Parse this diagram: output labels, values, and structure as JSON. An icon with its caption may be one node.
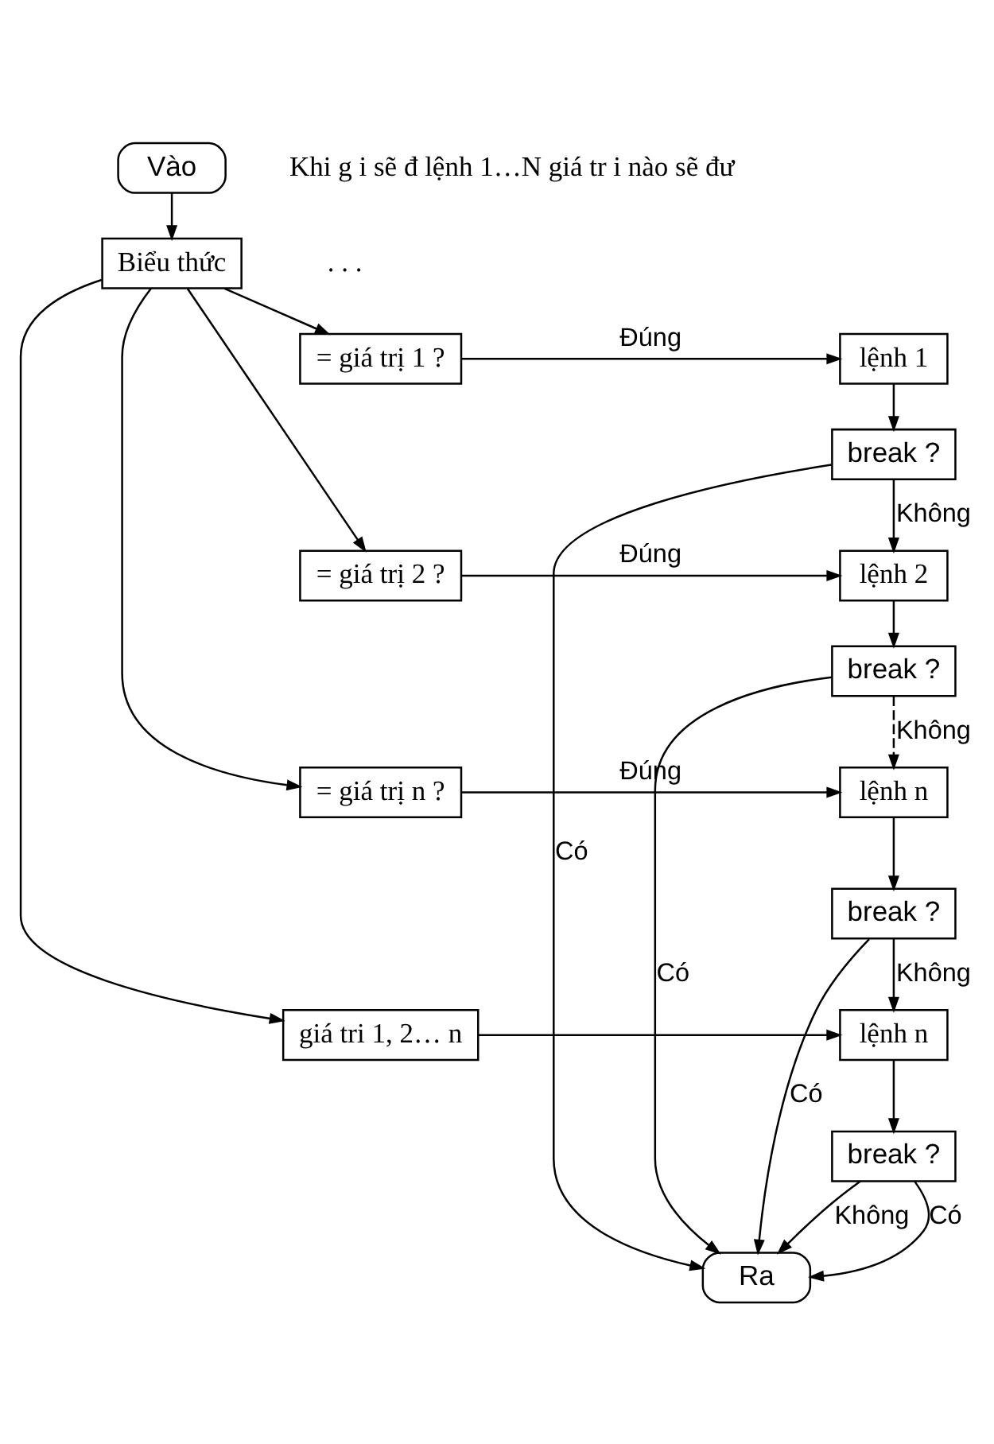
{
  "diagram": {
    "nodes": [
      {
        "text": [
          "Vào"
        ]
      },
      {
        "text": [
          "Biểu thức"
        ]
      },
      {
        "text": [
          "= giá trị 1 ?"
        ]
      },
      {
        "text": [
          "lệnh 1"
        ]
      },
      {
        "text": [
          "break ?"
        ]
      },
      {
        "text": [
          "= giá trị 2 ?"
        ]
      },
      {
        "text": [
          "lệnh 2"
        ]
      },
      {
        "text": [
          "break ?"
        ]
      },
      {
        "text": [
          "= giá trị n ?"
        ]
      },
      {
        "text": [
          "lệnh n"
        ]
      },
      {
        "text": [
          "break ?"
        ]
      },
      {
        "text": [
          "giá tri 1, 2… n"
        ]
      },
      {
        "text": [
          "lệnh n"
        ]
      },
      {
        "text": [
          "break ?"
        ]
      },
      {
        "text": [
          "Ra"
        ]
      }
    ],
    "edges": [
      {
        "from": 0,
        "to": 1,
        "arrow": "to"
      },
      {
        "from": 1,
        "to": 2,
        "arrow": "to"
      },
      {
        "from": 1,
        "to": 5,
        "arrow": "to"
      },
      {
        "from": 1,
        "to": 8,
        "arrow": "to"
      },
      {
        "from": 1,
        "to": 11,
        "arrow": "to"
      },
      {
        "from": 2,
        "to": 3,
        "arrow": "to",
        "label": "Đúng"
      },
      {
        "from": 3,
        "to": 4,
        "arrow": "to"
      },
      {
        "from": 4,
        "to": 14,
        "arrow": "to",
        "label": "Có"
      },
      {
        "from": 4,
        "to": 6,
        "arrow": "to",
        "label": "Không"
      },
      {
        "from": 5,
        "to": 6,
        "arrow": "to",
        "label": "Đúng"
      },
      {
        "from": 6,
        "to": 7,
        "arrow": "to"
      },
      {
        "from": 7,
        "to": 14,
        "arrow": "to",
        "label": "Có"
      },
      {
        "from": 7,
        "to": 9,
        "arrow": "to",
        "label": "Không",
        "style": "dashed"
      },
      {
        "from": 8,
        "to": 9,
        "arrow": "to",
        "label": "Đúng"
      },
      {
        "from": 9,
        "to": 10,
        "arrow": "to"
      },
      {
        "from": 10,
        "to": 14,
        "arrow": "to",
        "label": "Có"
      },
      {
        "from": 10,
        "to": 12,
        "arrow": "to",
        "label": "Không"
      },
      {
        "from": 11,
        "to": 12,
        "arrow": "to"
      },
      {
        "from": 12,
        "to": 13,
        "arrow": "to"
      },
      {
        "from": 13,
        "to": 14,
        "arrow": "to",
        "label": "Có"
      },
      {
        "from": 13,
        "to": 14,
        "arrow": "to",
        "label": "Không"
      }
    ],
    "labels": [
      ". . .",
      "Khi g i sẽ đ lệnh 1…N giá tr i nào sẽ đư"
    ]
  }
}
